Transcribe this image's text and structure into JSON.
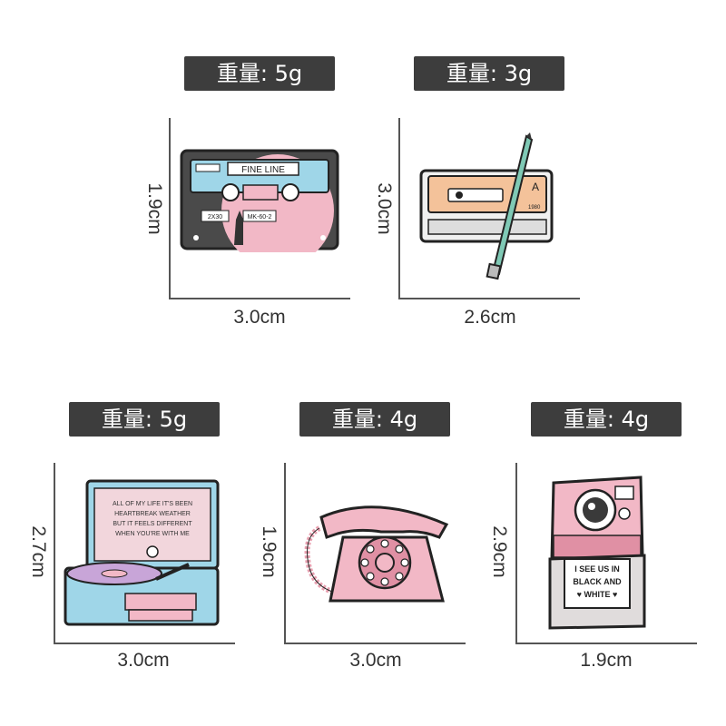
{
  "items": [
    {
      "name": "cassette-fine-line",
      "weight": "重量: 5g",
      "width": "3.0cm",
      "height": "1.9cm",
      "labels": {
        "title": "FINE LINE",
        "code1": "2X30",
        "code2": "MK-60-2"
      }
    },
    {
      "name": "cassette-pencil",
      "weight": "重量: 3g",
      "width": "2.6cm",
      "height": "3.0cm",
      "labels": {
        "side": "A",
        "year": "1980"
      }
    },
    {
      "name": "record-player",
      "weight": "重量: 5g",
      "width": "3.0cm",
      "height": "2.7cm",
      "labels": {
        "lyric1": "ALL OF MY LIFE IT'S BEEN",
        "lyric2": "HEARTBREAK WEATHER",
        "lyric3": "BUT IT FEELS DIFFERENT",
        "lyric4": "WHEN YOU'RE WITH ME"
      }
    },
    {
      "name": "rotary-telephone",
      "weight": "重量: 4g",
      "width": "3.0cm",
      "height": "1.9cm",
      "labels": {}
    },
    {
      "name": "instant-camera",
      "weight": "重量: 4g",
      "width": "1.9cm",
      "height": "2.9cm",
      "labels": {
        "line1": "I SEE US IN",
        "line2": "BLACK AND",
        "line3": "♥ WHITE ♥"
      }
    }
  ],
  "colors": {
    "badge": "#3d3d3d",
    "pink": "#f2b8c6",
    "blue": "#9fd6e8",
    "outline": "#2b2b2b",
    "orange": "#f4c29a"
  }
}
